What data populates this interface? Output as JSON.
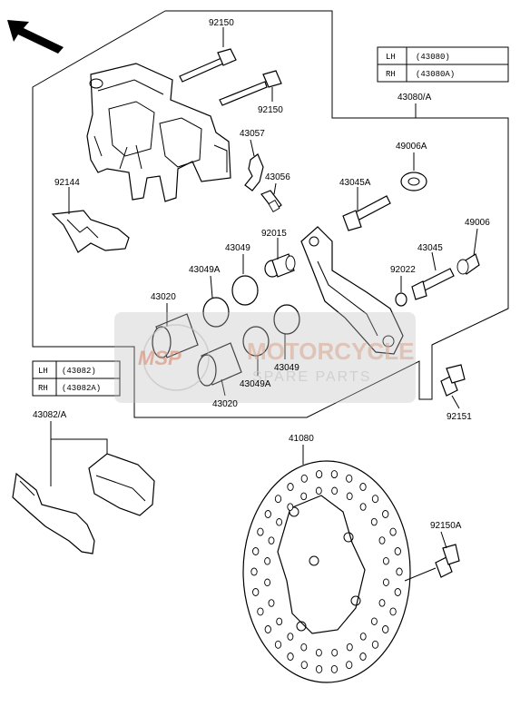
{
  "table_caliper": {
    "row1_side": "LH",
    "row1_code": "(43080)",
    "row2_side": "RH",
    "row2_code": "(43080A)"
  },
  "table_pads": {
    "row1_side": "LH",
    "row1_code": "(43082)",
    "row2_side": "RH",
    "row2_code": "(43082A)"
  },
  "labels": {
    "l92150_top": "92150",
    "l92150_mid": "92150",
    "l43057": "43057",
    "l43056": "43056",
    "l92144": "92144",
    "l43080A": "43080/A",
    "l49006A": "49006A",
    "l43045A": "43045A",
    "l92015": "92015",
    "l49006": "49006",
    "l43049_top": "43049",
    "l43045": "43045",
    "l43049A_top": "43049A",
    "l92022": "92022",
    "l43020_top": "43020",
    "l43049_bot": "43049",
    "l43049A_bot": "43049A",
    "l43020_bot": "43020",
    "l92151": "92151",
    "l43082A": "43082/A",
    "l41080": "41080",
    "l92150A": "92150A"
  },
  "watermark": {
    "logo": "MSP",
    "line1": "MOTORCYCLE",
    "line2": "SPARE PARTS"
  },
  "icons": {
    "direction": "front-direction-arrow-icon"
  }
}
